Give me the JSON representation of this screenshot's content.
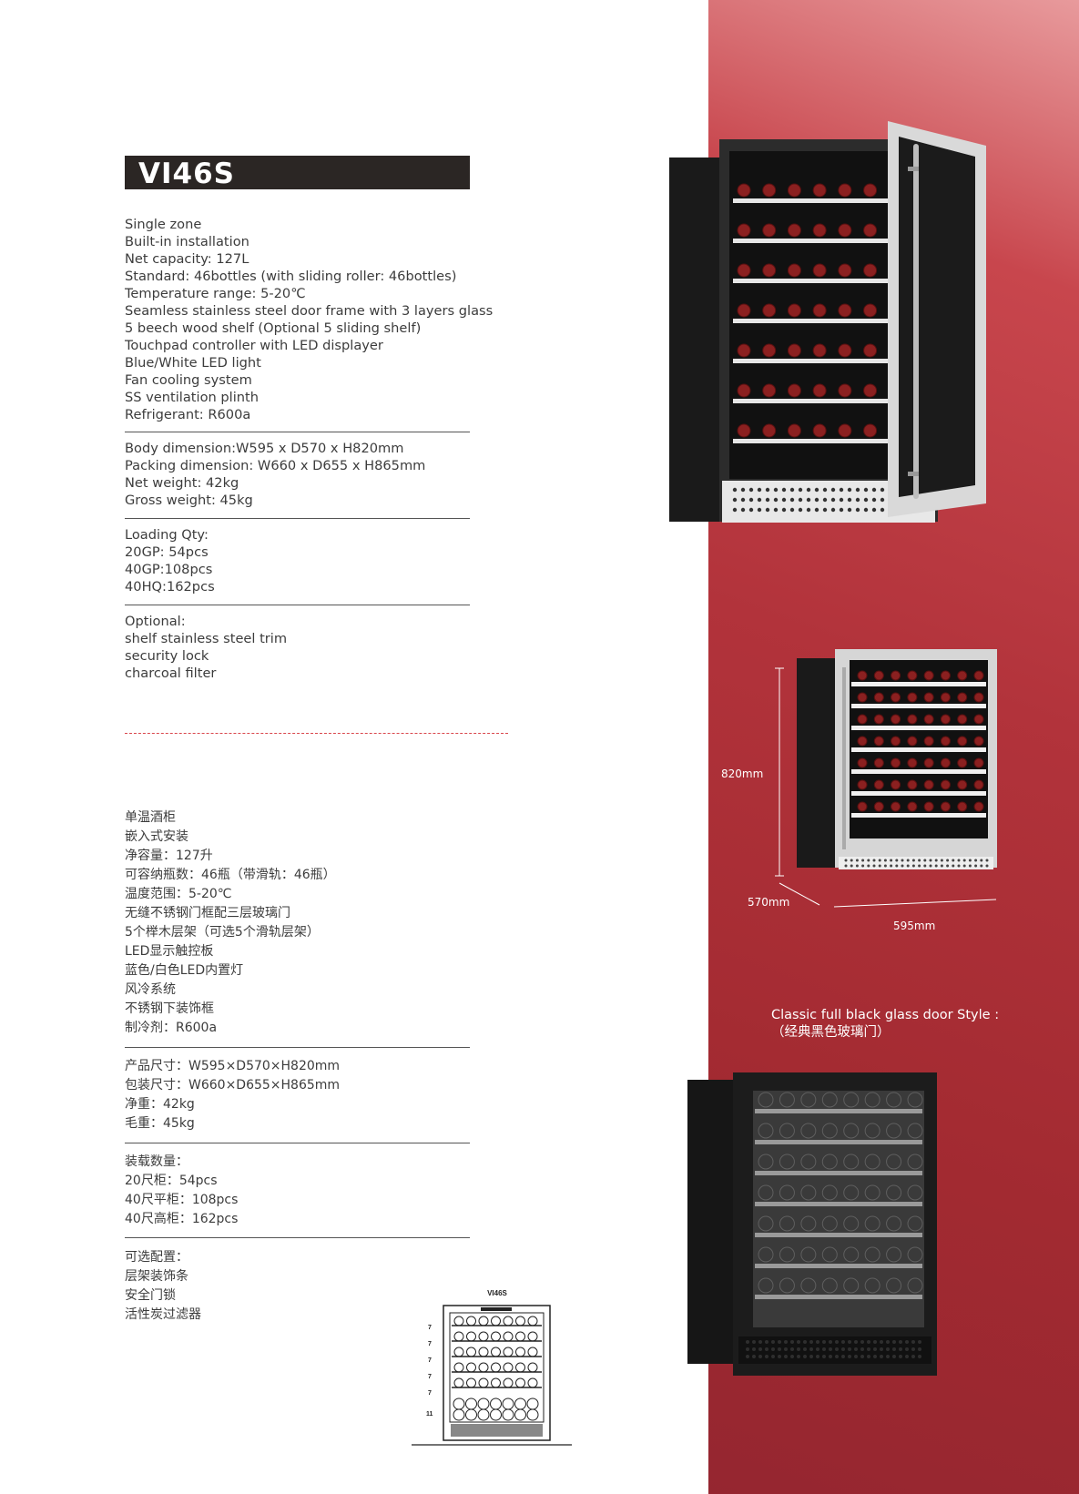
{
  "model": "VI46S",
  "specs": [
    "Single zone",
    "Built-in installation",
    "Net capacity: 127L",
    "Standard: 46bottles (with sliding roller: 46bottles)",
    "Temperature range: 5-20℃",
    "Seamless stainless steel door frame with 3 layers glass",
    "5 beech wood shelf (Optional 5 sliding shelf)",
    "Touchpad controller with LED displayer",
    "Blue/White LED light",
    "Fan cooling system",
    "SS ventilation plinth",
    "Refrigerant: R600a"
  ],
  "dimensions": [
    "Body dimension:W595 x D570 x H820mm",
    "Packing dimension: W660 x D655 x H865mm",
    "Net weight: 42kg",
    "Gross weight: 45kg"
  ],
  "loading": [
    "Loading Qty:",
    "20GP: 54pcs",
    "40GP:108pcs",
    "40HQ:162pcs"
  ],
  "optional": [
    "Optional:",
    "shelf stainless steel trim",
    "security lock",
    "charcoal filter"
  ],
  "cn_specs": [
    "单温酒柜",
    "嵌入式安装",
    "净容量：127升",
    "可容纳瓶数：46瓶（带滑轨：46瓶）",
    "温度范围：5-20℃",
    "无缝不锈钢门框配三层玻璃门",
    "5个榉木层架（可选5个滑轨层架）",
    "LED显示触控板",
    "蓝色/白色LED内置灯",
    "风冷系统",
    "不锈钢下装饰框",
    "制冷剂：R600a"
  ],
  "cn_dimensions": [
    "产品尺寸：W595×D570×H820mm",
    "包装尺寸：W660×D655×H865mm",
    "净重：42kg",
    "毛重：45kg"
  ],
  "cn_loading": [
    "装载数量：",
    "20尺柜：54pcs",
    "40尺平柜：108pcs",
    "40尺高柜：162pcs"
  ],
  "cn_optional": [
    "可选配置：",
    "层架装饰条",
    "安全门锁",
    "活性炭过滤器"
  ],
  "dim_labels": {
    "height": "820mm",
    "depth": "570mm",
    "width": "595mm"
  },
  "style_title": [
    "Classic full black glass door Style :",
    "（经典黑色玻璃门）"
  ],
  "drawing": {
    "title": "VI46S",
    "shelf_marks": [
      "7",
      "7",
      "7",
      "7",
      "7",
      "11"
    ]
  },
  "colors": {
    "accent": "#b2333b",
    "title_bar": "#2b2624",
    "dashed_line": "#d9474c"
  }
}
